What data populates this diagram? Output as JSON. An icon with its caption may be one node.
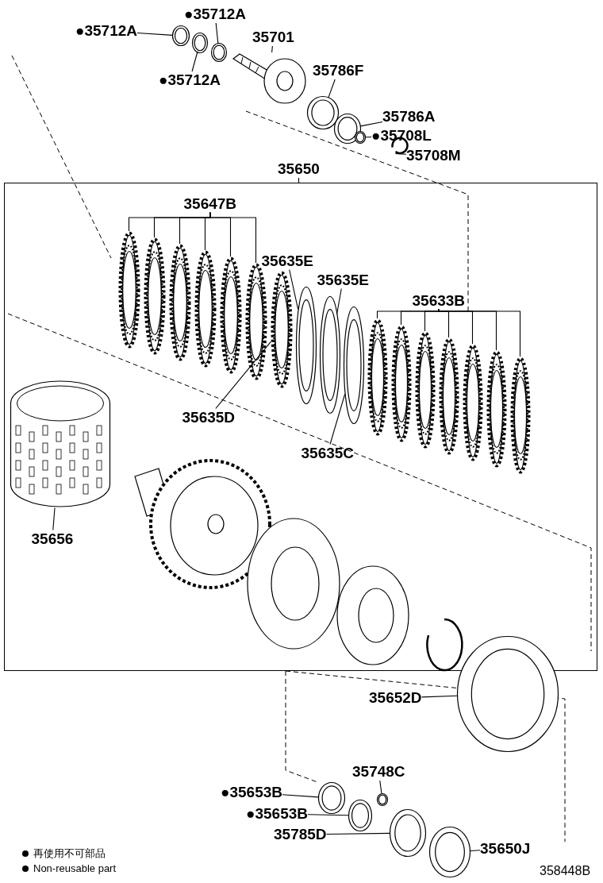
{
  "diagram": {
    "nodes": [
      {
        "text": [
          "●35712A"
        ]
      },
      {
        "text": [
          "●35712A"
        ]
      },
      {
        "text": [
          "●35712A"
        ]
      },
      {
        "text": [],
        "shape": "ring"
      },
      {
        "text": [],
        "shape": "ring"
      },
      {
        "text": [],
        "shape": "ring"
      },
      {
        "text": [
          "35701"
        ]
      },
      {
        "text": [],
        "shape": "shaft"
      },
      {
        "text": [
          "35786F"
        ]
      },
      {
        "text": [],
        "shape": "ring"
      },
      {
        "text": [
          "35786A"
        ]
      },
      {
        "text": [],
        "shape": "ring"
      },
      {
        "text": [
          "●35708L"
        ]
      },
      {
        "text": [],
        "shape": "ring"
      },
      {
        "text": [
          "35708M"
        ]
      },
      {
        "text": [],
        "shape": "clip"
      },
      {
        "text": [
          "35650"
        ]
      },
      {
        "text": [],
        "shape": "box"
      },
      {
        "text": [
          "35647B"
        ],
        "in": 17
      },
      {
        "text": [],
        "shape": "plate",
        "in": 17
      },
      {
        "text": [],
        "shape": "plate",
        "in": 17
      },
      {
        "text": [],
        "shape": "plate",
        "in": 17
      },
      {
        "text": [],
        "shape": "plate",
        "in": 17
      },
      {
        "text": [],
        "shape": "plate",
        "in": 17
      },
      {
        "text": [],
        "shape": "plate",
        "in": 17
      },
      {
        "text": [
          "35635E"
        ],
        "in": 17
      },
      {
        "text": [],
        "shape": "ring",
        "in": 17
      },
      {
        "text": [
          "35635E"
        ],
        "in": 17
      },
      {
        "text": [],
        "shape": "ring",
        "in": 17
      },
      {
        "text": [
          "35633B"
        ],
        "in": 17
      },
      {
        "text": [],
        "shape": "plate",
        "in": 17
      },
      {
        "text": [],
        "shape": "plate",
        "in": 17
      },
      {
        "text": [],
        "shape": "plate",
        "in": 17
      },
      {
        "text": [],
        "shape": "plate",
        "in": 17
      },
      {
        "text": [],
        "shape": "plate",
        "in": 17
      },
      {
        "text": [],
        "shape": "plate",
        "in": 17
      },
      {
        "text": [],
        "shape": "plate",
        "in": 17
      },
      {
        "text": [
          "35635D"
        ],
        "in": 17
      },
      {
        "text": [],
        "shape": "plate",
        "in": 17
      },
      {
        "text": [
          "35635C"
        ],
        "in": 17
      },
      {
        "text": [],
        "shape": "ring",
        "in": 17
      },
      {
        "text": [
          "35656"
        ],
        "in": 17
      },
      {
        "text": [],
        "shape": "drum",
        "in": 17
      },
      {
        "text": [
          "35652D"
        ]
      },
      {
        "text": [],
        "shape": "ring"
      },
      {
        "text": [
          "●35653B"
        ]
      },
      {
        "text": [],
        "shape": "ring"
      },
      {
        "text": [
          "●35653B"
        ]
      },
      {
        "text": [],
        "shape": "ring"
      },
      {
        "text": [
          "35748C"
        ]
      },
      {
        "text": [],
        "shape": "ring"
      },
      {
        "text": [
          "35785D"
        ]
      },
      {
        "text": [],
        "shape": "ring"
      },
      {
        "text": [
          "35650J"
        ]
      },
      {
        "text": [],
        "shape": "ring"
      }
    ],
    "edges": [
      {
        "from": 0,
        "to": 3,
        "arrow": "none"
      },
      {
        "from": 1,
        "to": 5,
        "arrow": "none"
      },
      {
        "from": 2,
        "to": 4,
        "arrow": "none"
      },
      {
        "from": 6,
        "to": 7,
        "arrow": "none"
      },
      {
        "from": 8,
        "to": 9,
        "arrow": "none"
      },
      {
        "from": 10,
        "to": 11,
        "arrow": "none"
      },
      {
        "from": 12,
        "to": 13,
        "arrow": "none"
      },
      {
        "from": 14,
        "to": 15,
        "arrow": "none"
      },
      {
        "from": 16,
        "to": 17,
        "arrow": "none"
      },
      {
        "from": 18,
        "to": 19,
        "arrow": "none"
      },
      {
        "from": 18,
        "to": 20,
        "arrow": "none"
      },
      {
        "from": 18,
        "to": 21,
        "arrow": "none"
      },
      {
        "from": 18,
        "to": 22,
        "arrow": "none"
      },
      {
        "from": 18,
        "to": 23,
        "arrow": "none"
      },
      {
        "from": 18,
        "to": 24,
        "arrow": "none"
      },
      {
        "from": 25,
        "to": 26,
        "arrow": "none"
      },
      {
        "from": 27,
        "to": 28,
        "arrow": "none"
      },
      {
        "from": 29,
        "to": 30,
        "arrow": "none"
      },
      {
        "from": 29,
        "to": 31,
        "arrow": "none"
      },
      {
        "from": 29,
        "to": 32,
        "arrow": "none"
      },
      {
        "from": 29,
        "to": 33,
        "arrow": "none"
      },
      {
        "from": 29,
        "to": 34,
        "arrow": "none"
      },
      {
        "from": 29,
        "to": 35,
        "arrow": "none"
      },
      {
        "from": 29,
        "to": 36,
        "arrow": "none"
      },
      {
        "from": 37,
        "to": 38,
        "arrow": "none"
      },
      {
        "from": 39,
        "to": 40,
        "arrow": "none"
      },
      {
        "from": 41,
        "to": 42,
        "arrow": "none"
      },
      {
        "from": 43,
        "to": 44,
        "arrow": "none"
      },
      {
        "from": 45,
        "to": 46,
        "arrow": "none"
      },
      {
        "from": 47,
        "to": 48,
        "arrow": "none"
      },
      {
        "from": 49,
        "to": 50,
        "arrow": "none"
      },
      {
        "from": 51,
        "to": 52,
        "arrow": "none"
      },
      {
        "from": 53,
        "to": 54,
        "arrow": "none"
      }
    ],
    "labels": [
      "358448B"
    ],
    "legend": [
      {
        "text": "再使用不可部品"
      },
      {
        "text": "Non-reusable part"
      }
    ]
  }
}
